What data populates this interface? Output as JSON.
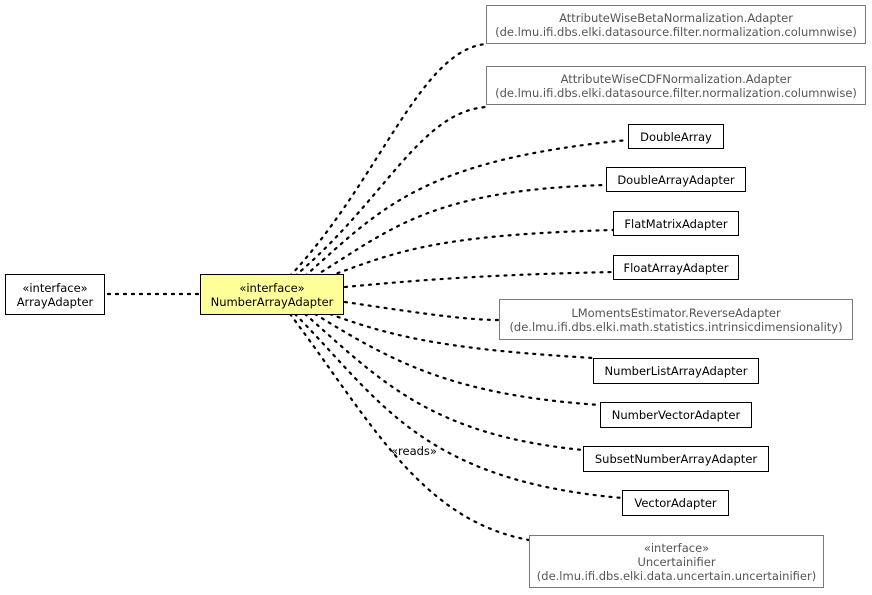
{
  "nodes": {
    "array_adapter": {
      "stereotype": "«interface»",
      "name": "ArrayAdapter"
    },
    "number_array_adapter": {
      "stereotype": "«interface»",
      "name": "NumberArrayAdapter"
    },
    "attr_beta": {
      "name": "AttributeWiseBetaNormalization.Adapter",
      "package": "(de.lmu.ifi.dbs.elki.datasource.filter.normalization.columnwise)"
    },
    "attr_cdf": {
      "name": "AttributeWiseCDFNormalization.Adapter",
      "package": "(de.lmu.ifi.dbs.elki.datasource.filter.normalization.columnwise)"
    },
    "double_array": {
      "name": "DoubleArray"
    },
    "double_array_adapter": {
      "name": "DoubleArrayAdapter"
    },
    "flat_matrix_adapter": {
      "name": "FlatMatrixAdapter"
    },
    "float_array_adapter": {
      "name": "FloatArrayAdapter"
    },
    "lmoments": {
      "name": "LMomentsEstimator.ReverseAdapter",
      "package": "(de.lmu.ifi.dbs.elki.math.statistics.intrinsicdimensionality)"
    },
    "number_list_array_adapter": {
      "name": "NumberListArrayAdapter"
    },
    "number_vector_adapter": {
      "name": "NumberVectorAdapter"
    },
    "subset_number_array_adapter": {
      "name": "SubsetNumberArrayAdapter"
    },
    "vector_adapter": {
      "name": "VectorAdapter"
    },
    "uncertainifier": {
      "stereotype": "«interface»",
      "name": "Uncertainifier",
      "package": "(de.lmu.ifi.dbs.elki.data.uncertain.uncertainifier)"
    }
  },
  "edge_labels": {
    "reads": "«reads»"
  },
  "colors": {
    "focus_fill": "#ffff99",
    "external_border": "#7a7a7a",
    "external_text": "#555555"
  }
}
